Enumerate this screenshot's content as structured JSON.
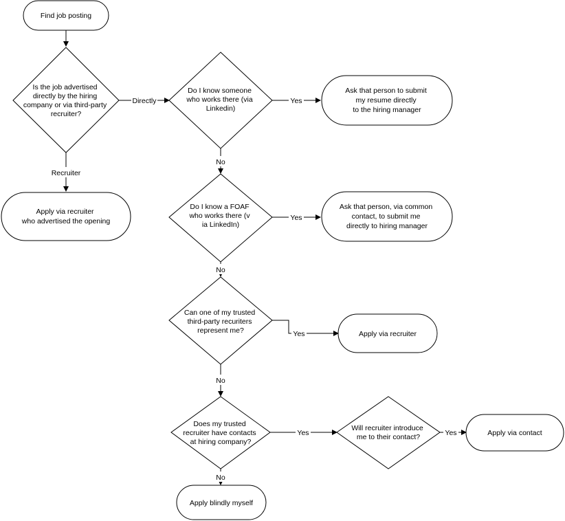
{
  "nodes": {
    "start": {
      "lines": [
        "Find job posting"
      ]
    },
    "q_advertised": {
      "lines": [
        "Is the job advertised",
        "directly by the hiring",
        "company or via third-party",
        "recruiter?"
      ]
    },
    "apply_recruiter_ad": {
      "lines": [
        "Apply via recruiter",
        "who advertised the opening"
      ]
    },
    "q_know_someone": {
      "lines": [
        "Do I know someone",
        "who works there (via",
        "Linkedin)"
      ]
    },
    "ask_person": {
      "lines": [
        "Ask that person to submit",
        "my resume directly",
        "to the hiring manager"
      ]
    },
    "q_foaf": {
      "lines": [
        "Do I know a FOAF",
        "who works there (v",
        "ia LinkedIn)"
      ]
    },
    "ask_common": {
      "lines": [
        "Ask that person, via common",
        "contact, to submit me",
        "directly to hiring manager"
      ]
    },
    "q_trusted": {
      "lines": [
        "Can one of my trusted",
        "third-party recuriters",
        "represent me?"
      ]
    },
    "apply_recruiter": {
      "lines": [
        "Apply via recruiter"
      ]
    },
    "q_contacts": {
      "lines": [
        "Does my trusted",
        "recruiter have contacts",
        "at hiring company?"
      ]
    },
    "q_introduce": {
      "lines": [
        "Will recruiter introduce",
        "me to their contact?"
      ]
    },
    "apply_contact": {
      "lines": [
        "Apply via contact"
      ]
    },
    "apply_blind": {
      "lines": [
        "Apply blindly myself"
      ]
    }
  },
  "edges": {
    "directly": "Directly",
    "recruiter": "Recruiter",
    "yes1": "Yes",
    "no1": "No",
    "yes2": "Yes",
    "no2": "No",
    "yes3": "Yes",
    "no3": "No",
    "yes4": "Yes",
    "yes5": "Yes",
    "no4": "No"
  }
}
